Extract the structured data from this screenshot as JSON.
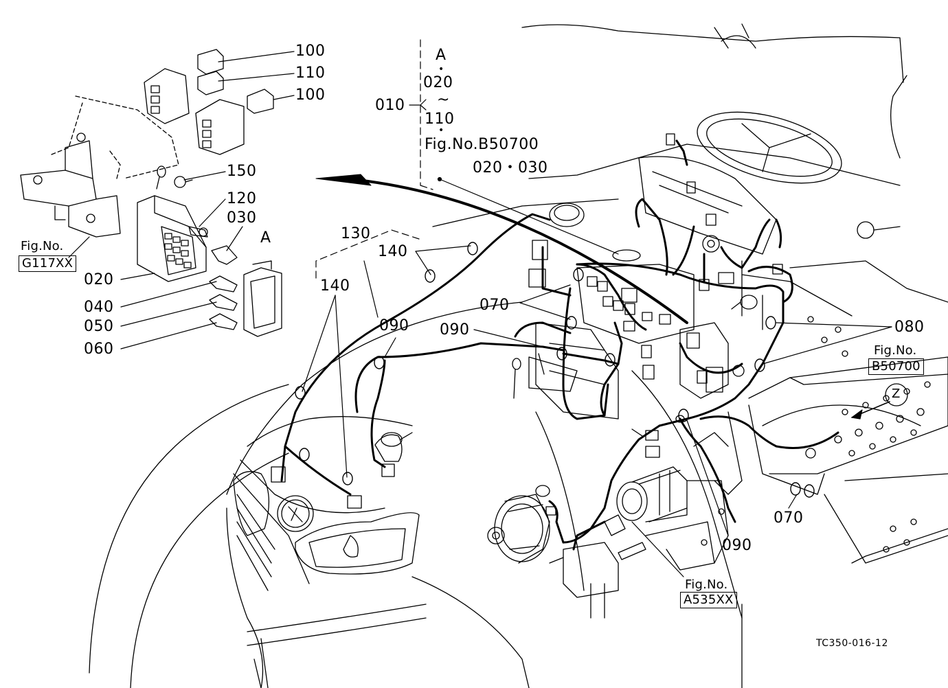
{
  "callouts": {
    "c100a": "100",
    "c110a": "110",
    "c100b": "100",
    "c150": "150",
    "c120": "120",
    "c030a": "030",
    "cA_box": "A",
    "c020": "020",
    "c040": "040",
    "c050": "050",
    "c060": "060",
    "c130": "130",
    "c140a": "140",
    "c140b": "140",
    "c090a": "090",
    "c090b": "090",
    "c070a": "070",
    "c080": "080",
    "c070b": "070",
    "c090c": "090",
    "c010": "010"
  },
  "bracket": {
    "a": "A",
    "dot1": "•",
    "range_start": "020",
    "tilde": "~",
    "range_end": "110",
    "dot2": "•",
    "fig_ref": "Fig.No.B50700",
    "sub_parts": "020・030"
  },
  "fig_refs": {
    "g117_line1": "Fig.No.",
    "g117_line2": "G117XX",
    "b50700_line1": "Fig.No.",
    "b50700_line2": "B50700",
    "a535_line1": "Fig.No.",
    "a535_line2": "A535XX",
    "z_marker": "Z"
  },
  "drawing_id": "TC350-016-12"
}
